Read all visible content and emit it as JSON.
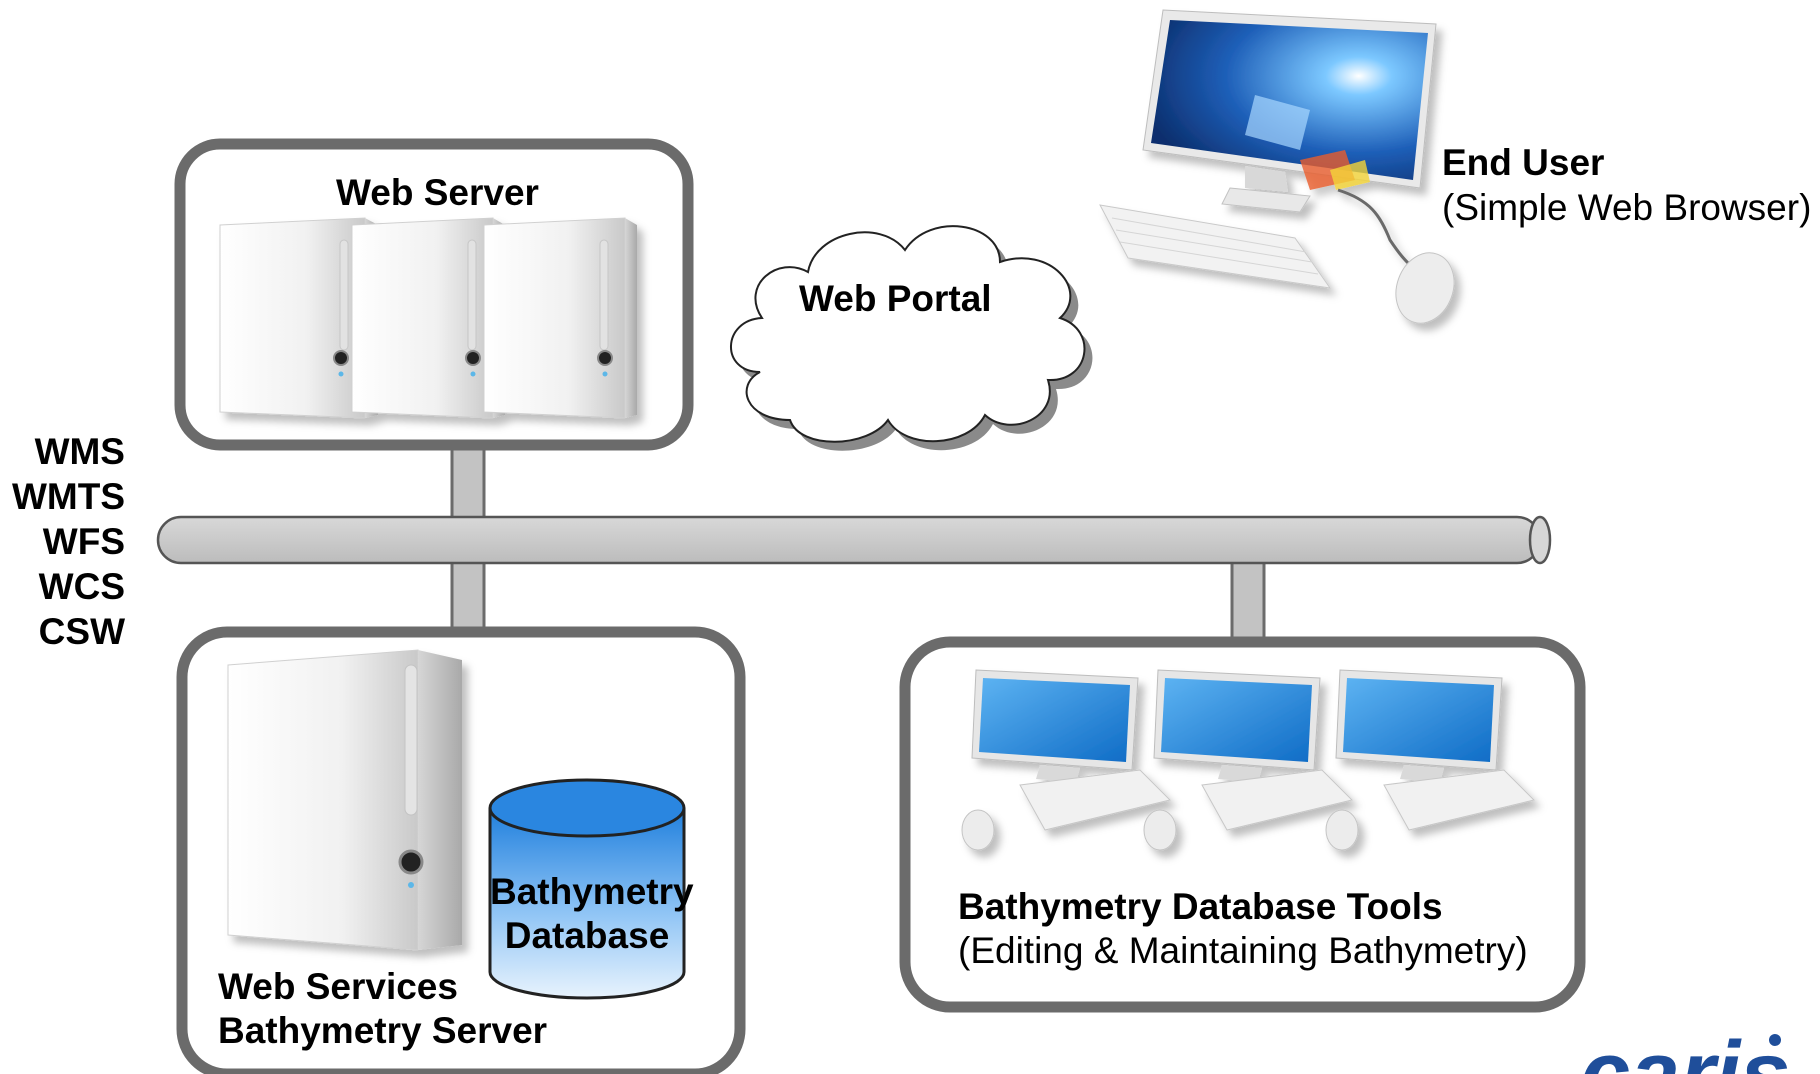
{
  "protocols": [
    "WMS",
    "WMTS",
    "WFS",
    "WCS",
    "CSW"
  ],
  "web_server": {
    "title": "Web Server"
  },
  "web_portal": {
    "label": "Web Portal"
  },
  "end_user": {
    "title": "End User",
    "subtitle": "(Simple Web Browser)"
  },
  "bathymetry_server": {
    "title_line1": "Web Services",
    "title_line2": "Bathymetry Server",
    "database_line1": "Bathymetry",
    "database_line2": "Database"
  },
  "database_tools": {
    "title": "Bathymetry Database Tools",
    "subtitle": "(Editing & Maintaining Bathymetry)"
  },
  "logo": {
    "text": "caris"
  },
  "colors": {
    "box_border": "#6b6b6b",
    "bus_fill": "#c8c8c8",
    "db_blue": "#2a86e0",
    "screen_blue": "#1a7fd6",
    "logo_blue": "#1f4e9a"
  }
}
